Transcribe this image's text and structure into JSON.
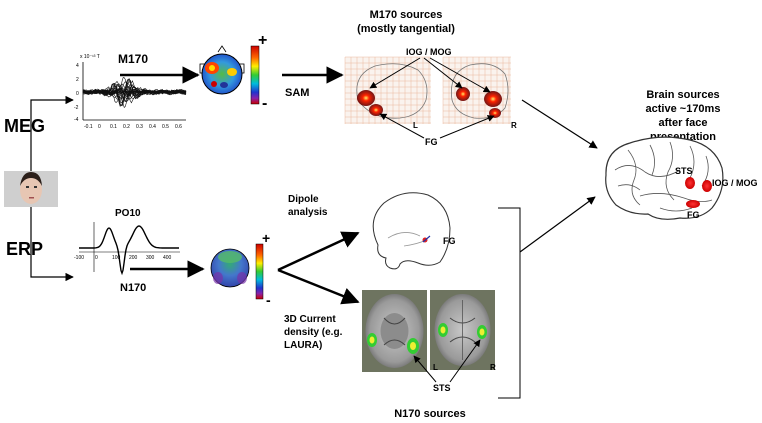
{
  "meg": {
    "label": "MEG",
    "waveform_title": "M170",
    "y_scale": "x 10⁻¹³ T",
    "y_ticks": [
      "4",
      "2",
      "0",
      "-2",
      "-4"
    ],
    "x_ticks": [
      "-0.1",
      "0",
      "0.1",
      "0.2",
      "0.3",
      "0.4",
      "0.5",
      "0.6"
    ],
    "method": "SAM",
    "sources_title_1": "M170 sources",
    "sources_title_2": "(mostly tangential)",
    "roi_label": "IOG / MOG",
    "fg_label": "FG",
    "left_label": "L",
    "right_label": "R",
    "colorbar_plus": "+",
    "colorbar_minus": "-"
  },
  "erp": {
    "label": "ERP",
    "channel": "PO10",
    "x_ticks": [
      "-100",
      "0",
      "100",
      "200",
      "300",
      "400"
    ],
    "component": "N170",
    "dipole_1": "Dipole",
    "dipole_2": "analysis",
    "dipole_fg": "FG",
    "current_1": "3D Current",
    "current_2": "density (e.g.",
    "current_3": "LAURA)",
    "left_label": "L",
    "right_label": "R",
    "sts_label": "STS",
    "sources_caption": "N170 sources",
    "colorbar_plus": "+",
    "colorbar_minus": "-"
  },
  "result": {
    "title_1": "Brain sources",
    "title_2": "active ~170ms",
    "title_3": "after face",
    "title_4": "presentation",
    "sts": "STS",
    "iog": "IOG / MOG",
    "fg": "FG"
  }
}
